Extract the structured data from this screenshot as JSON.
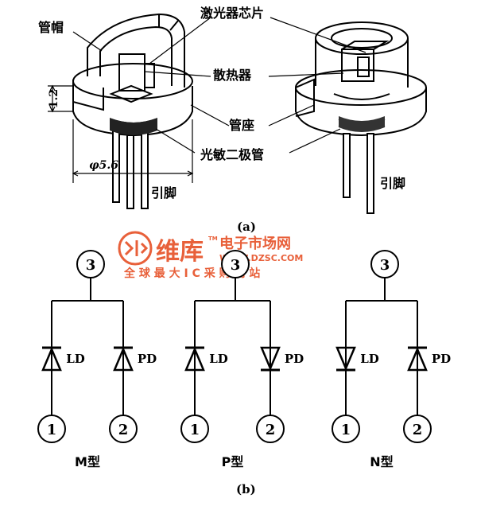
{
  "labels": {
    "cap": "管帽",
    "laser_chip": "激光器芯片",
    "heat_sink": "散热器",
    "base": "管座",
    "photodiode": "光敏二极管",
    "pins_left": "引脚",
    "pins_right": "引脚",
    "dim_height": "1.2",
    "dim_diameter": "φ5.6",
    "caption_a": "(a)",
    "caption_b": "(b)"
  },
  "watermark": {
    "brand": "维库",
    "tm": "TM",
    "site_name": "电子市场网",
    "url": "WWW.DZSC.COM",
    "slogan": "全 球 最 大 I C 采 购 网 站",
    "color": "#e8603a"
  },
  "circuits": [
    {
      "type": "M型",
      "top": "3",
      "left": "1",
      "right": "2",
      "ld": "LD",
      "pd": "PD"
    },
    {
      "type": "P型",
      "top": "3",
      "left": "1",
      "right": "2",
      "ld": "LD",
      "pd": "PD"
    },
    {
      "type": "N型",
      "top": "3",
      "left": "1",
      "right": "2",
      "ld": "LD",
      "pd": "PD"
    }
  ]
}
